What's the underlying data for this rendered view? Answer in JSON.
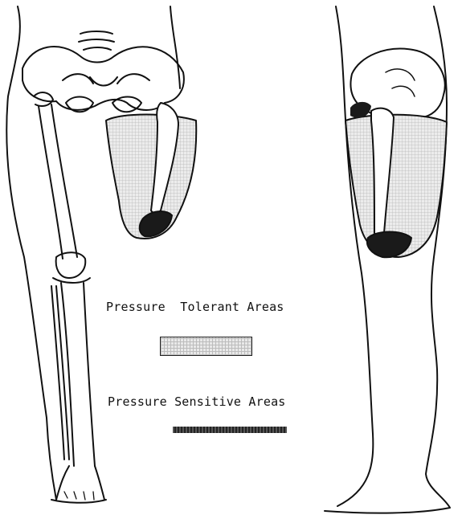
{
  "legend": {
    "tolerant_label": "Pressure  Tolerant Areas",
    "sensitive_label": "Pressure Sensitive Areas"
  },
  "colors": {
    "line": "#111111",
    "tolerant_fill": "#e6e6e6",
    "sensitive_fill": "#1e1e1e",
    "background": "#ffffff"
  },
  "figures": [
    "front-view-skeleton-with-residual-limb",
    "side-view-leg-with-residual-limb"
  ]
}
